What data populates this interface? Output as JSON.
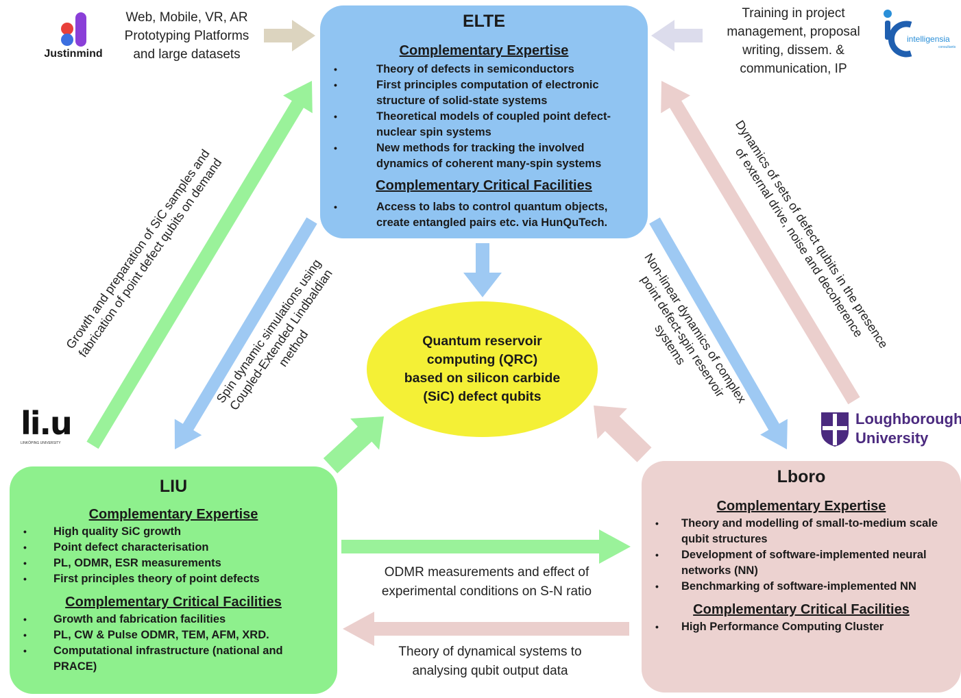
{
  "elte": {
    "title": "ELTE",
    "expertise_heading": "Complementary Expertise",
    "expertise": [
      "Theory of defects in semiconductors",
      "First principles computation of electronic structure of solid-state systems",
      "Theoretical models of coupled point defect-nuclear spin systems",
      "New methods for tracking the involved dynamics of coherent many-spin systems"
    ],
    "facilities_heading": "Complementary Critical Facilities",
    "facilities": [
      "Access to labs to control quantum objects, create entangled pairs etc. via HunQuTech."
    ]
  },
  "liu": {
    "title": "LIU",
    "expertise_heading": "Complementary Expertise",
    "expertise": [
      "High quality SiC growth",
      "Point defect characterisation",
      "PL, ODMR, ESR measurements",
      "First principles theory of point defects"
    ],
    "facilities_heading": "Complementary Critical Facilities",
    "facilities": [
      "Growth and fabrication facilities",
      "PL, CW & Pulse ODMR, TEM, AFM, XRD.",
      "Computational infrastructure (national and PRACE)"
    ]
  },
  "lboro": {
    "title": "Lboro",
    "expertise_heading": "Complementary Expertise",
    "expertise": [
      "Theory and modelling of small-to-medium scale qubit structures",
      "Development of software-implemented neural networks (NN)",
      "Benchmarking of software-implemented NN"
    ],
    "facilities_heading": "Complementary Critical Facilities",
    "facilities": [
      "High Performance Computing Cluster"
    ]
  },
  "center": {
    "lines": [
      "Quantum reservoir",
      "computing (QRC)",
      "based on silicon carbide",
      "(SiC) defect qubits"
    ]
  },
  "external": {
    "justinmind_label": "Justinmind",
    "justinmind_text": [
      "Web, Mobile, VR, AR",
      "Prototyping Platforms",
      "and large datasets"
    ],
    "intelligentsia_text": [
      "Training in project",
      "management, proposal",
      "writing, dissem. &",
      "communication, IP"
    ],
    "intelligentsia_logo": "intelligensia",
    "intelligentsia_sub": "consultants",
    "liu_logo": "li.u",
    "liu_logo_sub": "LINKÖPING UNIVERSITY",
    "lboro_logo": [
      "Loughborough",
      "University"
    ]
  },
  "links": {
    "liu_to_elte": [
      "Growth and preparation of SiC samples and",
      "fabrication of point defect qubits on demand"
    ],
    "elte_to_liu": [
      "Spin dynamic simulations using",
      "Coupled-Extended Lindbaldian",
      "method"
    ],
    "elte_to_lboro": [
      "Non-linear dynamics of complex",
      "point defect-spin reservoir",
      "systems"
    ],
    "lboro_to_elte": [
      "Dynamics of sets of defect qubits in the presence",
      "of external drive, noise and decoherence"
    ],
    "liu_to_lboro": [
      "ODMR measurements and effect of",
      "experimental conditions on S-N ratio"
    ],
    "lboro_to_liu": [
      "Theory of dynamical systems to",
      "analysing qubit output data"
    ]
  },
  "colors": {
    "elte": "#90c4f2",
    "liu": "#8ef08d",
    "lboro": "#ecd2d0",
    "qrc": "#f4f036",
    "arrow_blue": "#9ec9f3",
    "arrow_green": "#9af29a",
    "arrow_pink": "#ebcfcd",
    "arrow_tan": "#dcd4bf",
    "arrow_lavender": "#dcdcec"
  }
}
